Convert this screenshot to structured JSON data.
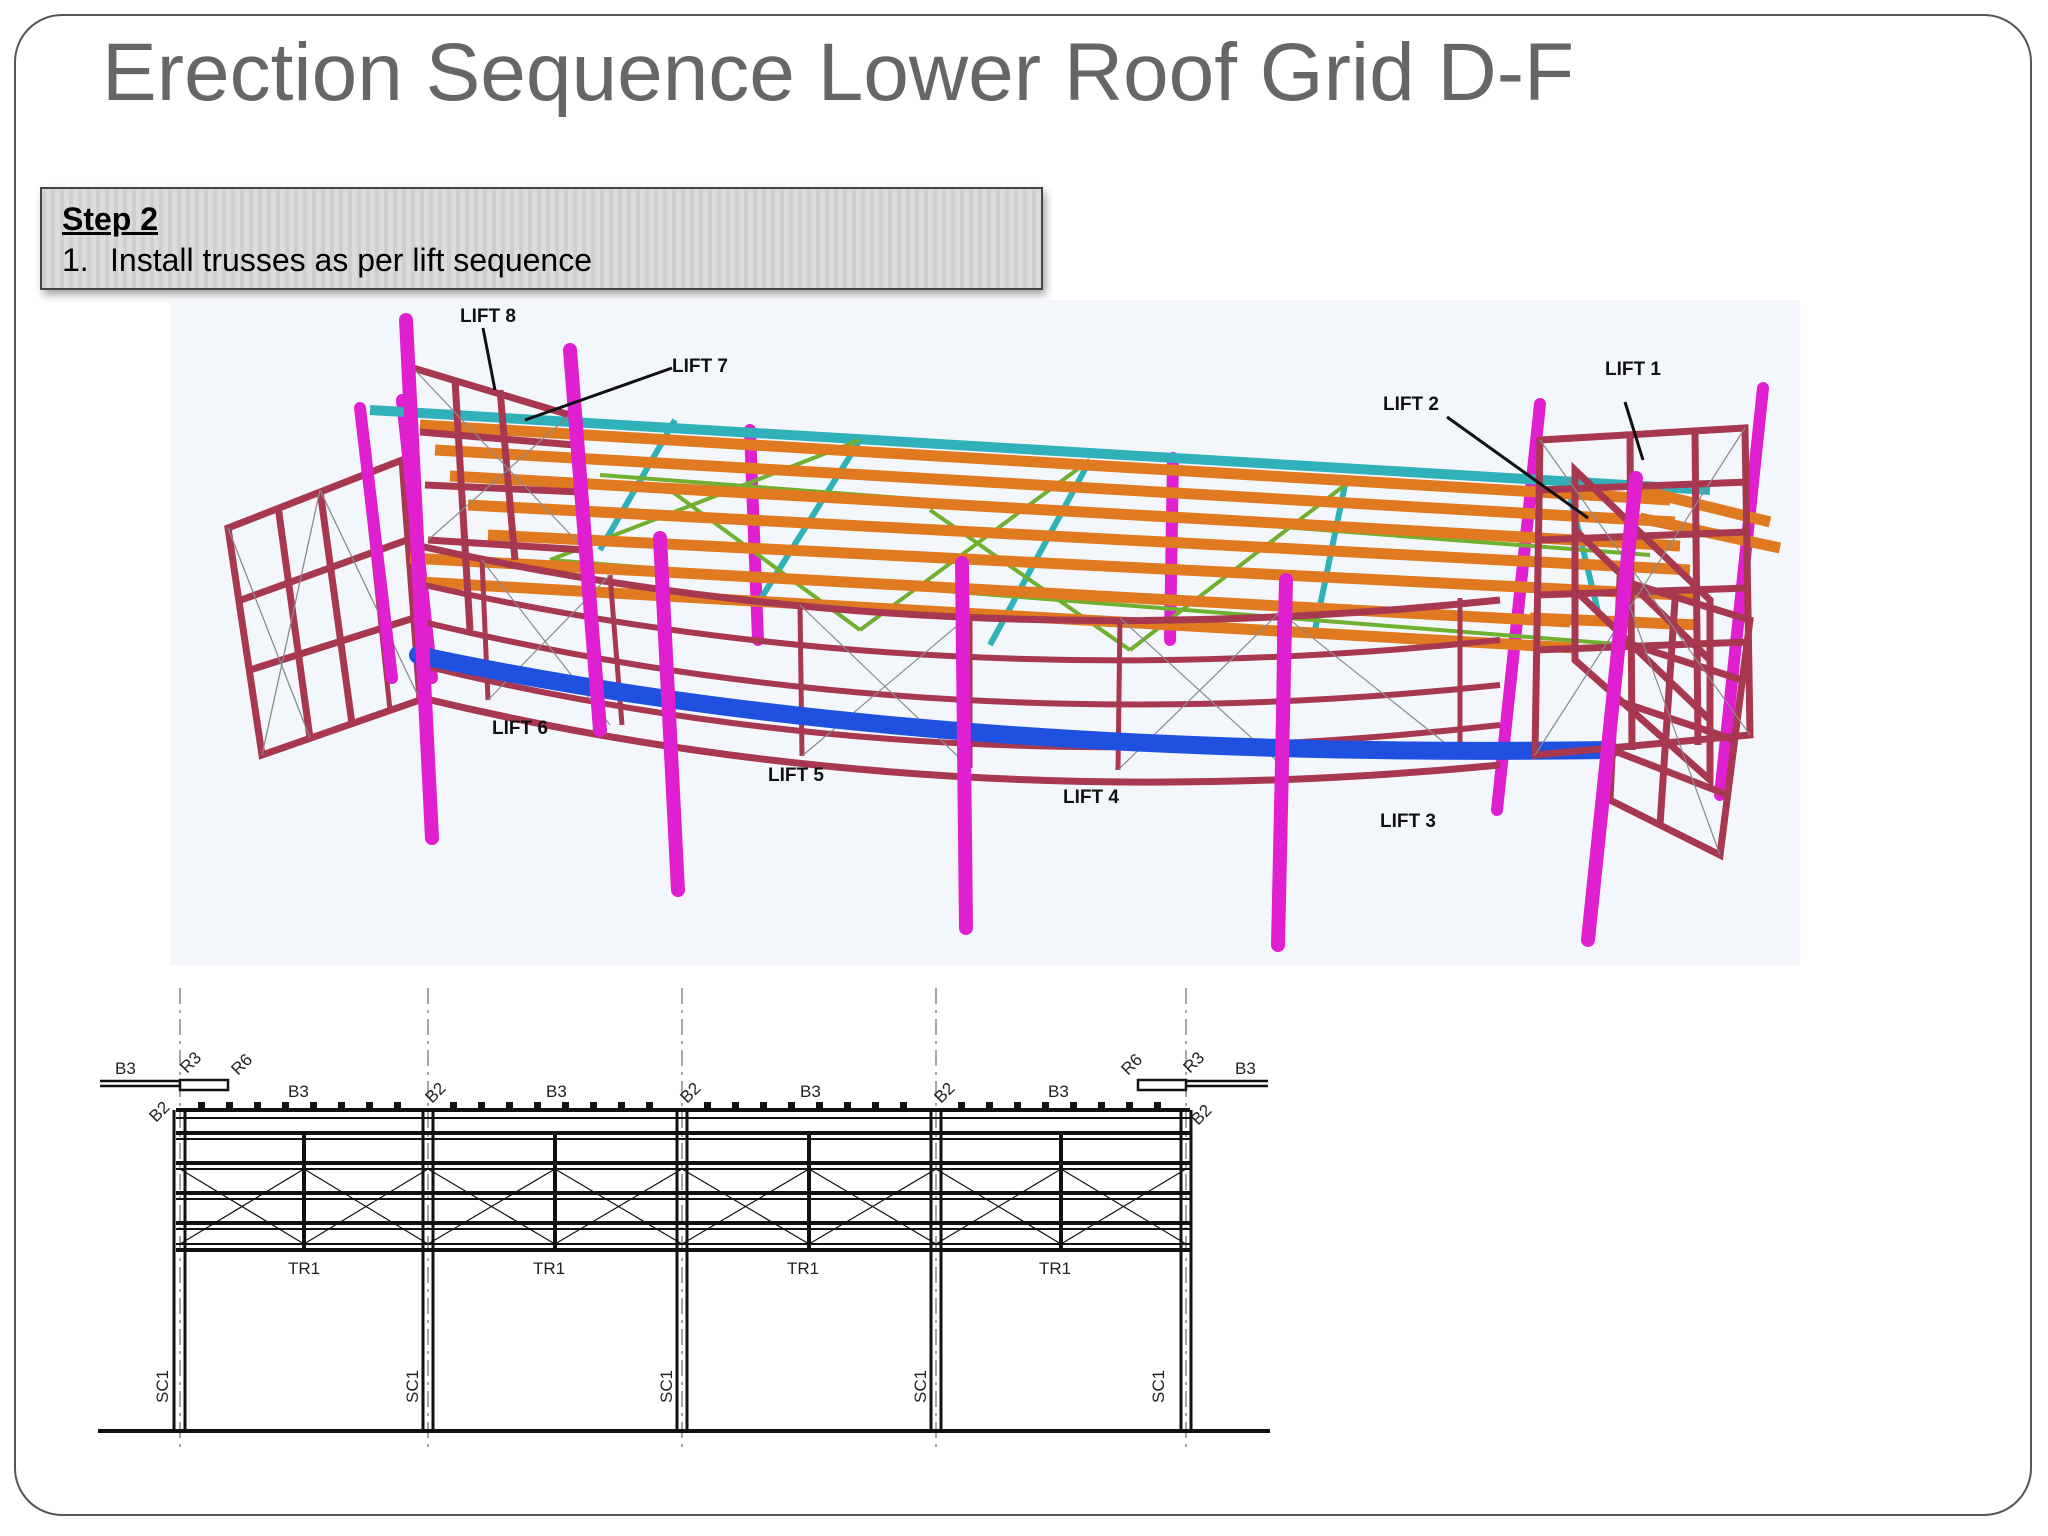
{
  "page": {
    "title": "Erection Sequence Lower Roof Grid D-F"
  },
  "step": {
    "heading": "Step 2",
    "items": [
      {
        "number": "1.",
        "text": "Install trusses as per lift sequence"
      }
    ]
  },
  "model_labels": {
    "lift1": "LIFT 1",
    "lift2": "LIFT 2",
    "lift3": "LIFT 3",
    "lift4": "LIFT 4",
    "lift5": "LIFT 5",
    "lift6": "LIFT 6",
    "lift7": "LIFT 7",
    "lift8": "LIFT 8"
  },
  "elevation_labels": {
    "b3": "B3",
    "r3": "R3",
    "r6": "R6",
    "b2": "B2",
    "tr1": "TR1",
    "sc1": "SC1"
  },
  "colors": {
    "truss": "#a83850",
    "column": "#e020d0",
    "purlin": "#e07a20",
    "bracing_teal": "#30b0b8",
    "bracing_green": "#70b030",
    "edge_beam": "#2050e0",
    "model_background": "#f3f7fb"
  }
}
